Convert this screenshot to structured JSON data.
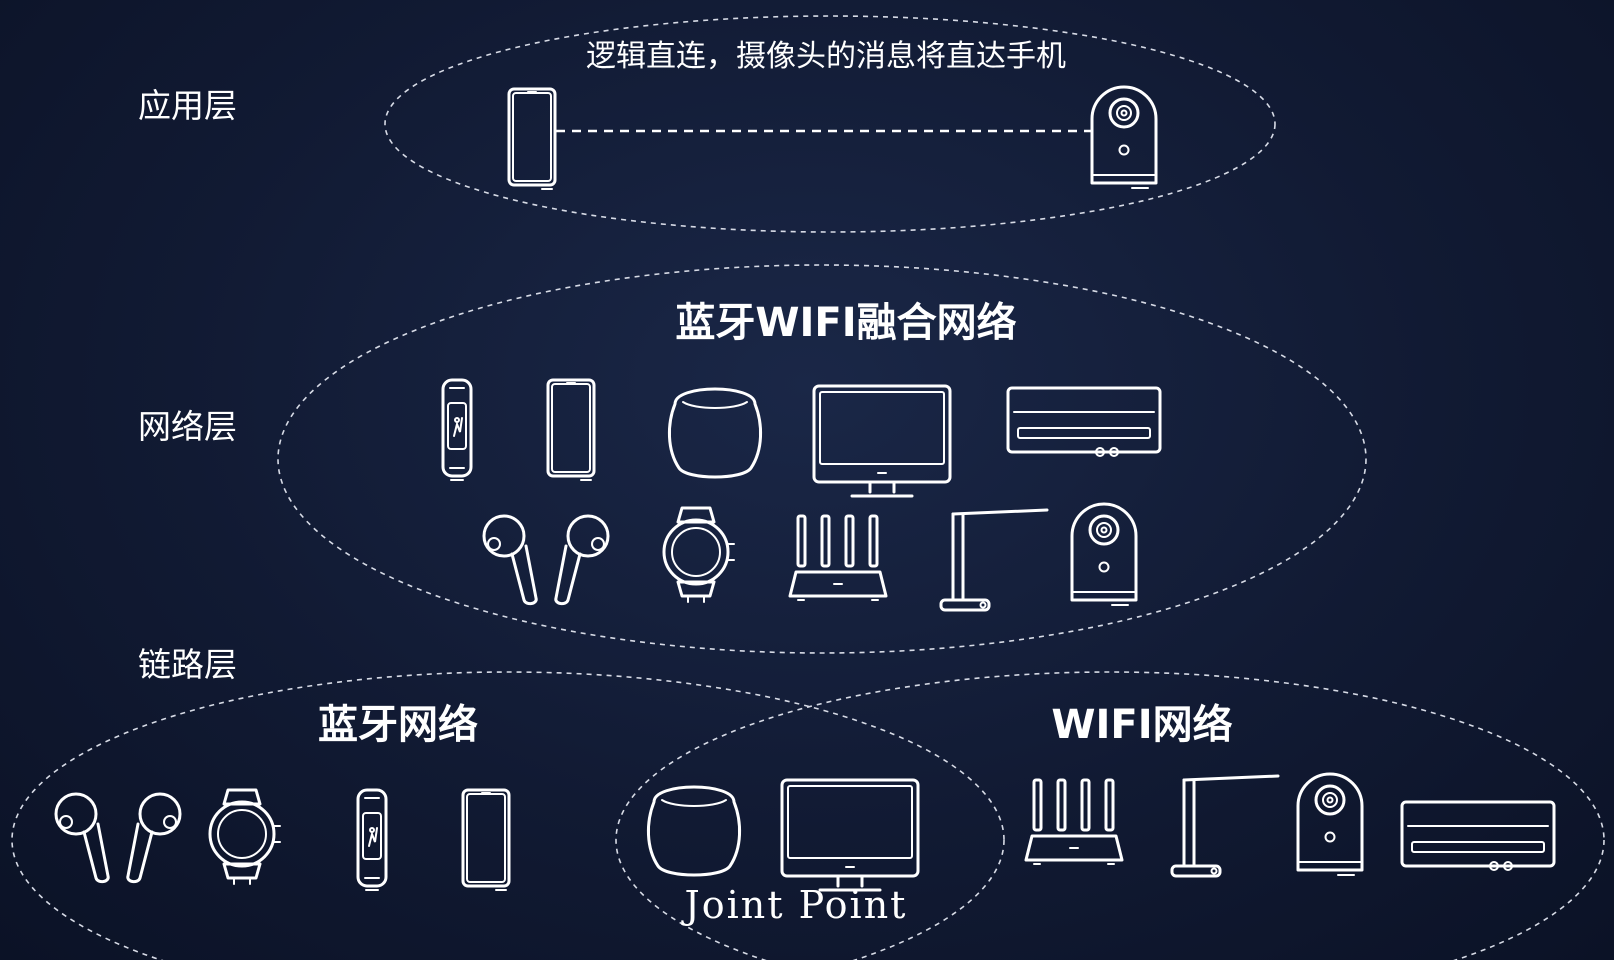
{
  "layers": {
    "application": "应用层",
    "network": "网络层",
    "link": "链路层"
  },
  "application_layer": {
    "caption": "逻辑直连，摄像头的消息将直达手机"
  },
  "network_layer": {
    "title": "蓝牙WIFI融合网络"
  },
  "link_layer": {
    "bluetooth_title": "蓝牙网络",
    "wifi_title": "WIFI网络",
    "joint_point": "Joint Point"
  }
}
